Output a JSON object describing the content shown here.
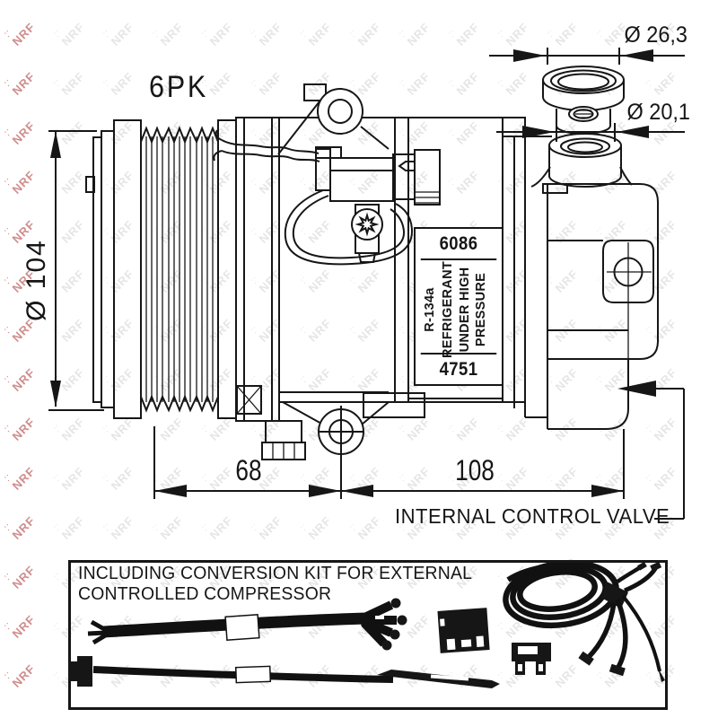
{
  "watermark": {
    "text": "NRF",
    "tile_color": "rgba(0,0,0,0.10)",
    "edge_color": "rgba(168,48,48,0.55)"
  },
  "drawing": {
    "belt_label": "6PK",
    "pulley_diameter": "Ø 104",
    "port_outer_diameter": "Ø 26,3",
    "port_inner_diameter": "Ø 20,1",
    "front_length": "68",
    "rear_length": "108",
    "valve_callout": "INTERNAL CONTROL VALVE"
  },
  "sticker": {
    "top_code": "6086",
    "rotated_lines": [
      "R-134a",
      "REFRIGERANT",
      "UNDER HIGH",
      "PRESSURE"
    ],
    "bottom_code": "4751"
  },
  "kit_box": {
    "title_line1": "INCLUDING CONVERSION KIT FOR EXTERNAL",
    "title_line2": "CONTROLLED COMPRESSOR"
  },
  "line_color": "#161616"
}
